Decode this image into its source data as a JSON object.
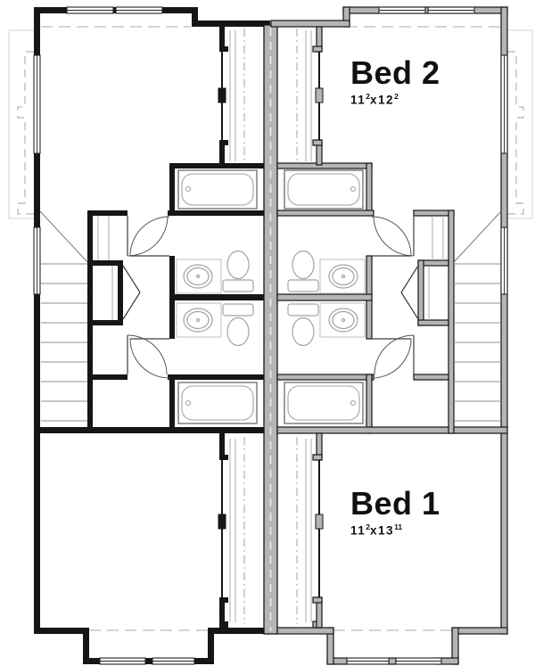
{
  "rooms": {
    "bed2": {
      "name": "Bed 2",
      "dims": {
        "w_ft": "11",
        "w_in": "2",
        "sep": "x",
        "l_ft": "12",
        "l_in": "2"
      }
    },
    "bed1": {
      "name": "Bed 1",
      "dims": {
        "w_ft": "11",
        "w_in": "2",
        "sep": "x",
        "l_ft": "13",
        "l_in": "11"
      }
    }
  },
  "colors": {
    "unit_wall_black": "#161616",
    "unit_wall_gray": "#b5b5b5",
    "fixture_gray": "#a3a3a3",
    "dashed_gray": "#c6c6c6",
    "roofline_gray": "#b4b4b4"
  }
}
